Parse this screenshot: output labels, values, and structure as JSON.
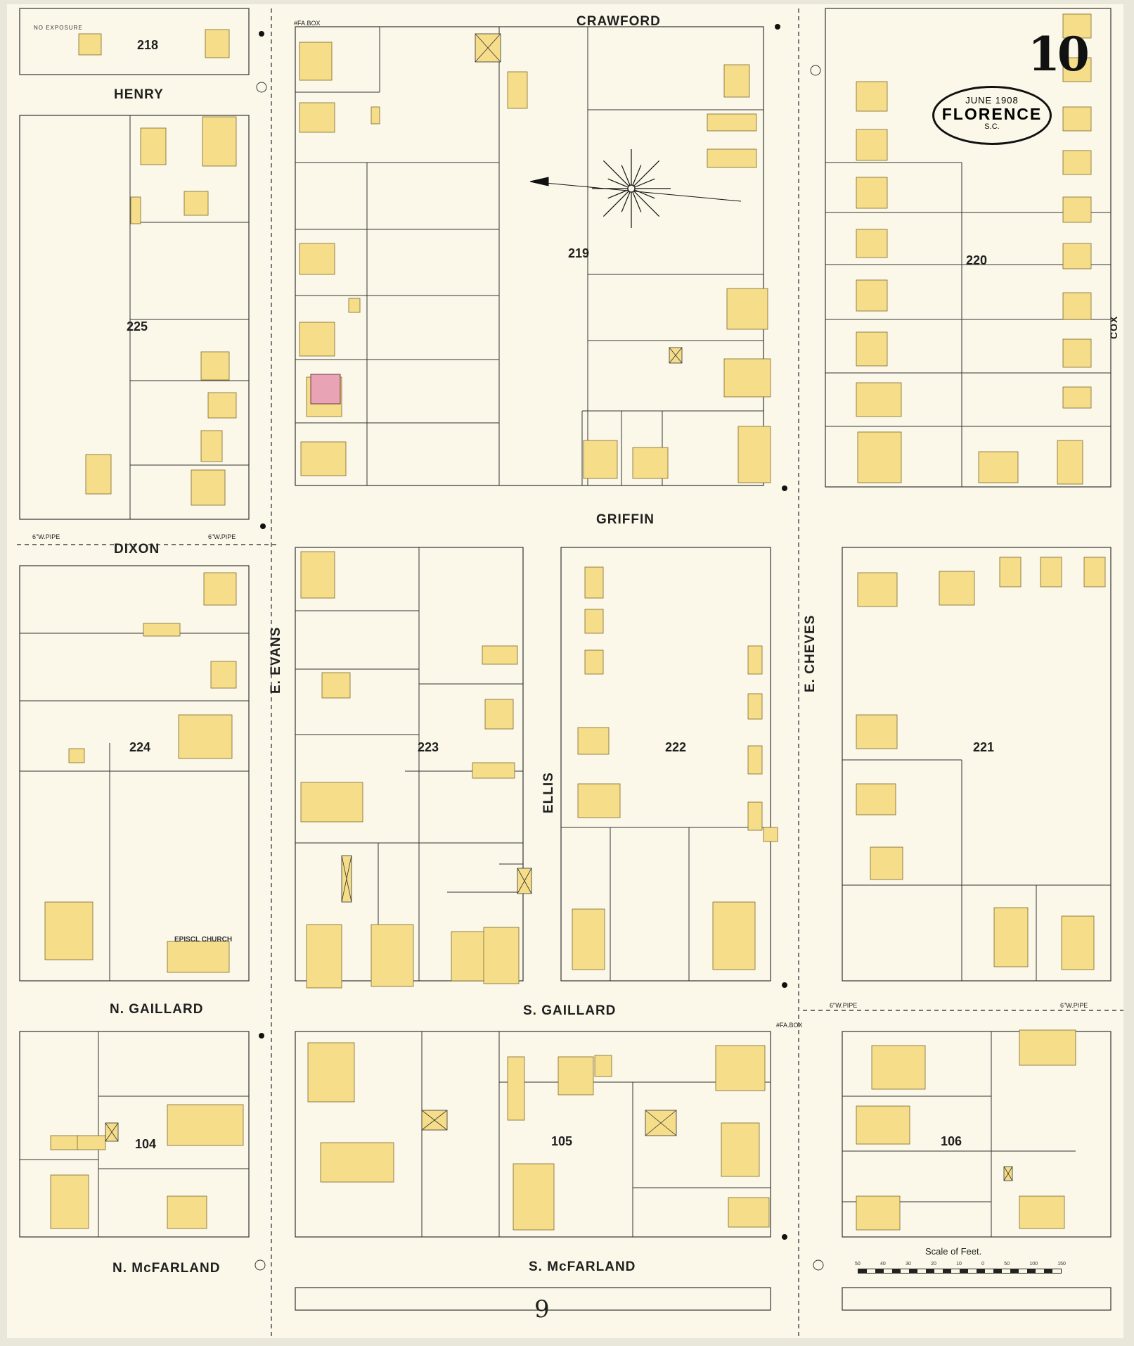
{
  "sheet": {
    "number": "10",
    "date": "JUNE 1908",
    "city": "FLORENCE",
    "state": "S.C.",
    "next_sheet": "9",
    "scale_title": "Scale of Feet.",
    "scale_ticks": [
      "50",
      "40",
      "30",
      "20",
      "10",
      "0",
      "50",
      "100",
      "150"
    ],
    "no_exposure": "NO EXPOSURE"
  },
  "streets": {
    "crawford": "CRAWFORD",
    "henry": "HENRY",
    "griffin": "GRIFFIN",
    "dixon": "DIXON",
    "e_evans": "E. EVANS",
    "ellis": "ELLIS",
    "e_cheves": "E. CHEVES",
    "cox": "COX",
    "n_gaillard": "N. GAILLARD",
    "s_gaillard": "S. GAILLARD",
    "n_mcfarland": "N. McFARLAND",
    "s_mcfarland": "S. McFARLAND"
  },
  "blocks": [
    "218",
    "219",
    "220",
    "225",
    "224",
    "223",
    "222",
    "221",
    "104",
    "105",
    "106"
  ],
  "labels": {
    "church": "EPISCL CHURCH",
    "fire_box": "#FA.BOX",
    "water_pipe": "6\"W.PIPE"
  },
  "colors": {
    "paper": "#fbf8e9",
    "dwelling_yellow": "#f5dd8a",
    "brick_pink": "#e8a3b4",
    "ink": "#1f1f1f"
  }
}
